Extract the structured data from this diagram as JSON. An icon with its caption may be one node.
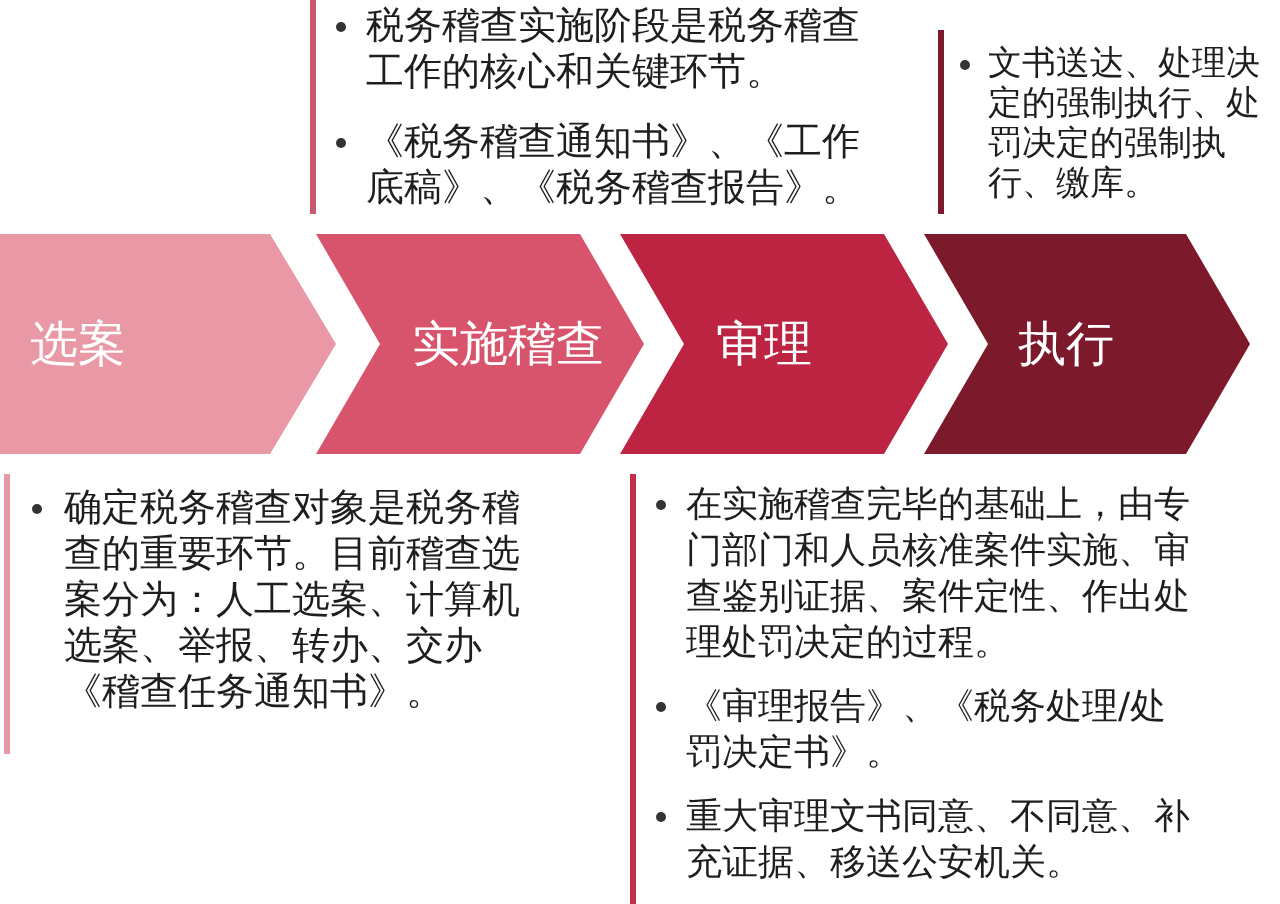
{
  "diagram": {
    "nodes": [
      {
        "text": [
          "税务稽查实施阶段是税务稽查工作的核心和关键环节。",
          "《税务稽查通知书》、《工作底稿》、《税务稽查报告》。"
        ]
      },
      {
        "text": [
          "文书送达、处理决定的强制执行、处罚决定的强制执行、缴库。"
        ]
      },
      {
        "text": [
          "选案"
        ]
      },
      {
        "text": [
          "实施稽查"
        ]
      },
      {
        "text": [
          "审理"
        ]
      },
      {
        "text": [
          "执行"
        ]
      },
      {
        "text": [
          "确定税务稽查对象是税务稽查的重要环节。目前稽查选案分为：人工选案、计算机选案、举报、转办、交办《稽查任务通知书》。"
        ]
      },
      {
        "text": [
          "在实施稽查完毕的基础上，由专门部门和人员核准案件实施、审查鉴别证据、案件定性、作出处理处罚决定的过程。",
          "《审理报告》、《税务处理/处罚决定书》。",
          "重大审理文书同意、不同意、补充证据、移送公安机关。"
        ]
      }
    ]
  }
}
